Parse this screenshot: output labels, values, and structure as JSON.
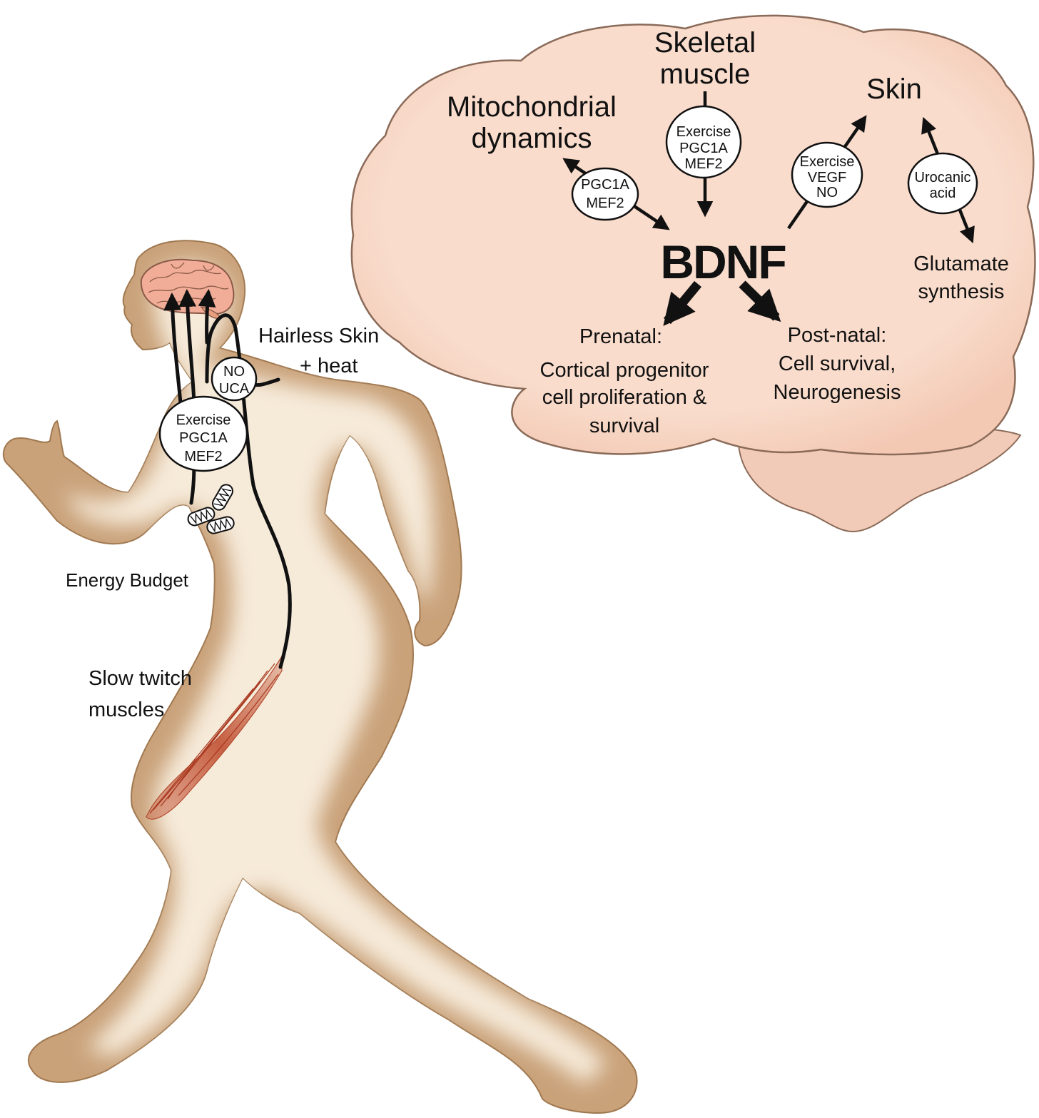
{
  "colors": {
    "brain_fill": "#f9dccc",
    "brain_outline": "#8a6a58",
    "cerebellum_fill": "#f2cbb8",
    "body_edge": "#c9a27a",
    "body_center": "#f6ead9",
    "muscle": "#c4593b",
    "arrow": "#111111"
  },
  "brain": {
    "bdnf": "BDNF",
    "skeletal_muscle": [
      "Skeletal",
      "muscle"
    ],
    "mitochondrial_dynamics": [
      "Mitochondrial",
      "dynamics"
    ],
    "skin": "Skin",
    "glutamate_synthesis": [
      "Glutamate",
      "synthesis"
    ],
    "prenatal": [
      "Prenatal:",
      "Cortical progenitor",
      "cell proliferation &",
      "survival"
    ],
    "postnatal": [
      "Post-natal:",
      "Cell survival,",
      "Neurogenesis"
    ],
    "oval_muscle": [
      "Exercise",
      "PGC1A",
      "MEF2"
    ],
    "oval_mito": [
      "PGC1A",
      "MEF2"
    ],
    "oval_skin": [
      "Exercise",
      "VEGF",
      "NO"
    ],
    "oval_urocanic": [
      "Urocanic",
      "acid"
    ]
  },
  "body": {
    "hairless_skin": [
      "Hairless Skin",
      "+ heat"
    ],
    "oval_no_uca": [
      "NO",
      "UCA"
    ],
    "oval_exercise": [
      "Exercise",
      "PGC1A",
      "MEF2"
    ],
    "energy_budget": "Energy Budget",
    "slow_twitch": [
      "Slow twitch",
      "muscles"
    ]
  }
}
